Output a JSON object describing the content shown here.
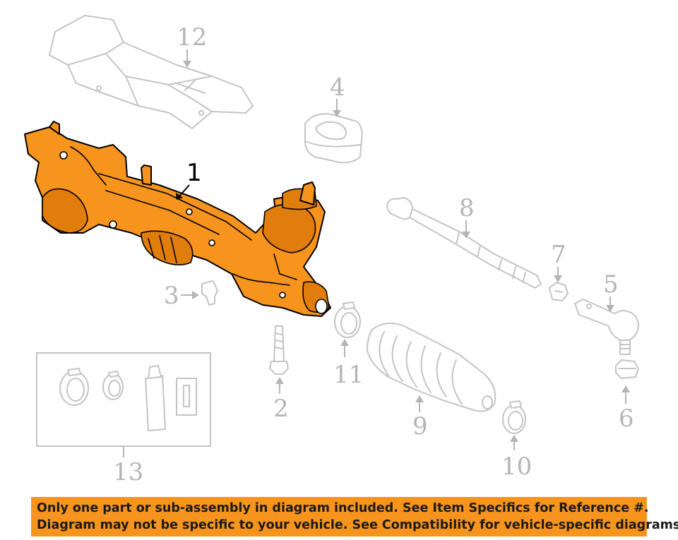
{
  "callouts": {
    "c1": "1",
    "c2": "2",
    "c3": "3",
    "c4": "4",
    "c5": "5",
    "c6": "6",
    "c7": "7",
    "c8": "8",
    "c9": "9",
    "c10": "10",
    "c11": "11",
    "c12": "12",
    "c13": "13"
  },
  "banner": {
    "line1": "Only one part or sub-assembly in diagram included. See Item Specifics for Reference #.",
    "line2": "Diagram may not be specific to your vehicle. See Compatibility for vehicle-specific diagrams."
  },
  "colors": {
    "highlight": "#f7941d",
    "outline_gray": "#c4c4c4",
    "callout_gray": "#b5b5b5"
  }
}
